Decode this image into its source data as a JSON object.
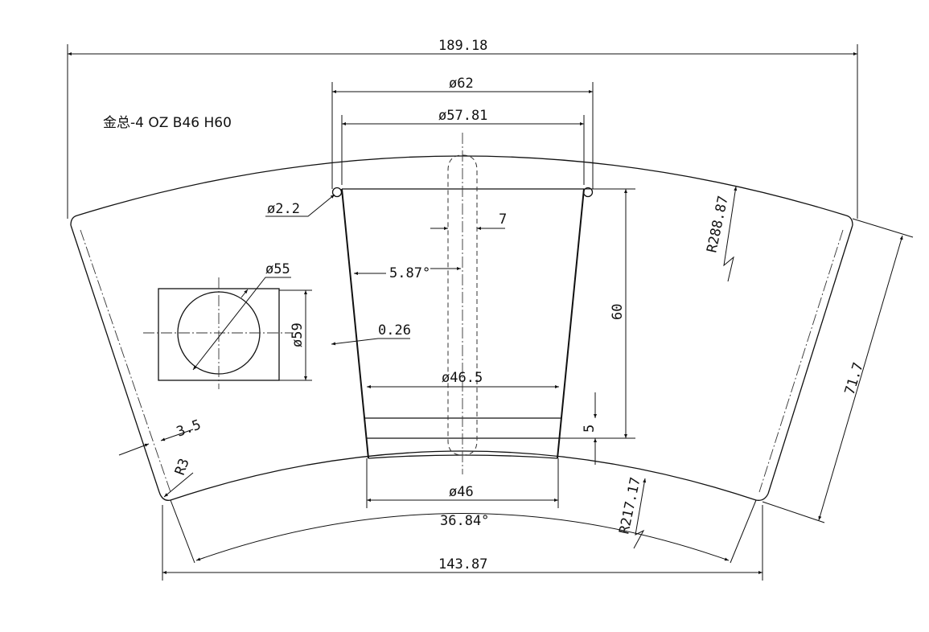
{
  "title": "金总-4 OZ B46 H60",
  "dimensions": {
    "overall_width": "189.18",
    "top_diameter": "ø62",
    "rim_diameter": "ø57.81",
    "hole_diameter": "ø2.2",
    "slot_width": "7",
    "taper_angle": "5.87°",
    "wall_thickness": "0.26",
    "circle_diameter": "ø55",
    "square_size": "ø59",
    "height": "60",
    "inner_diameter": "ø46.5",
    "bottom_step": "5",
    "bottom_diameter": "ø46",
    "outer_radius": "R288.87",
    "inner_radius": "R217.17",
    "side_length": "71.7",
    "margin_offset": "3.5",
    "corner_radius": "R3",
    "sector_angle": "36.84°",
    "bottom_chord": "143.87"
  }
}
